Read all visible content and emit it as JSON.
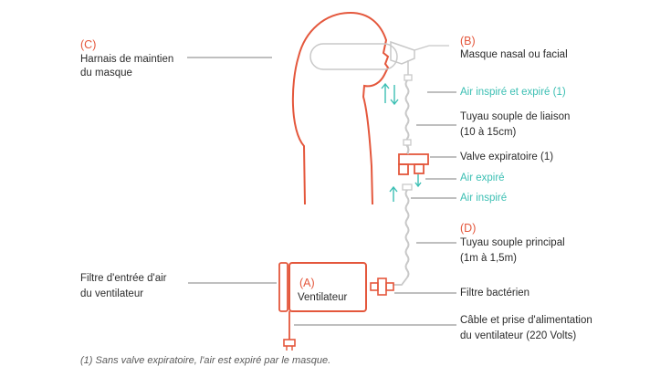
{
  "labels": {
    "harness_tag": "(C)",
    "harness_line1": "Harnais de maintien",
    "harness_line2": "du masque",
    "mask_tag": "(B)",
    "mask": "Masque nasal ou facial",
    "air_in_out": "Air inspiré et expiré (1)",
    "link_tube_line1": "Tuyau souple de liaison",
    "link_tube_line2": "(10 à 15cm)",
    "exp_valve": "Valve expiratoire (1)",
    "air_out": "Air expiré",
    "air_in": "Air inspiré",
    "main_tube_tag": "(D)",
    "main_tube_line1": "Tuyau souple principal",
    "main_tube_line2": "(1m à 1,5m)",
    "filter_line1": "Filtre d'entrée d'air",
    "filter_line2": "du ventilateur",
    "vent_tag": "(A)",
    "vent": "Ventilateur",
    "bact_filter": "Filtre bactérien",
    "power_line1": "Câble et prise d'alimentation",
    "power_line2": "du ventilateur (220 Volts)"
  },
  "footnote": "(1) Sans valve expiratoire, l'air est expiré par le masque.",
  "colors": {
    "accent": "#e4573c",
    "teal": "#3bbfb3",
    "gray": "#c8c8c8",
    "text": "#2b2b2b"
  }
}
